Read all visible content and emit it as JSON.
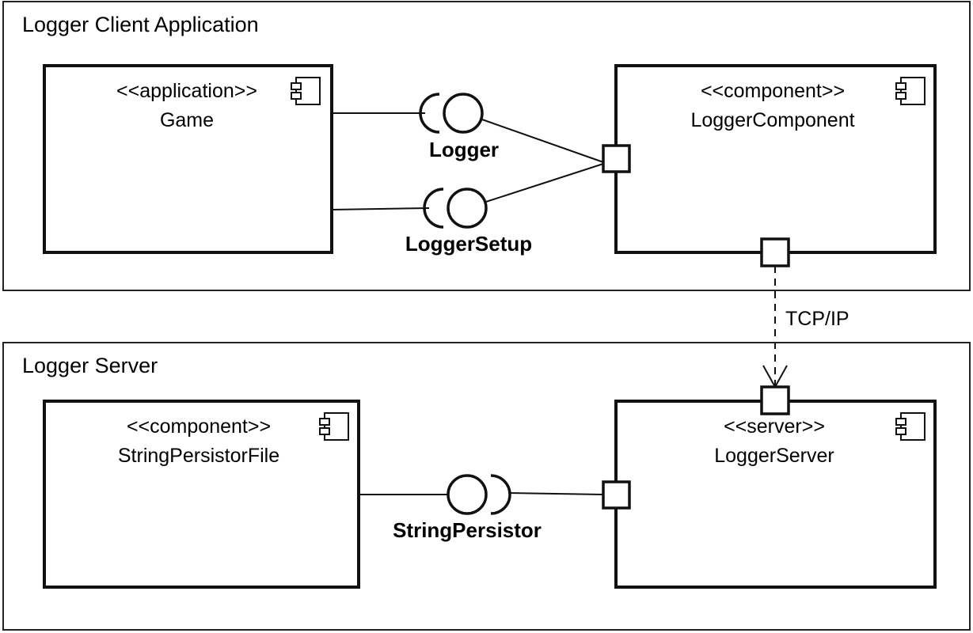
{
  "frames": {
    "client": {
      "label": "Logger Client Application"
    },
    "server": {
      "label": "Logger Server"
    }
  },
  "components": {
    "game": {
      "stereotype": "<<application>>",
      "name": "Game"
    },
    "logger_component": {
      "stereotype": "<<component>>",
      "name": "LoggerComponent"
    },
    "string_persistor_file": {
      "stereotype": "<<component>>",
      "name": "StringPersistorFile"
    },
    "logger_server": {
      "stereotype": "<<server>>",
      "name": "LoggerServer"
    }
  },
  "interfaces": {
    "logger": "Logger",
    "logger_setup": "LoggerSetup",
    "string_persistor": "StringPersistor"
  },
  "connectors": {
    "network": "TCP/IP"
  },
  "icons": {
    "component": "component-icon"
  }
}
